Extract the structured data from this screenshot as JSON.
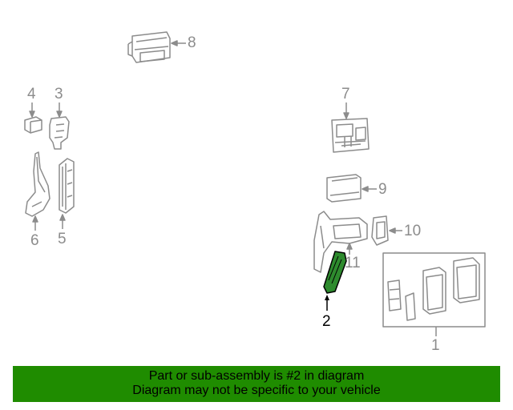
{
  "labels": {
    "1": "1",
    "2": "2",
    "3": "3",
    "4": "4",
    "5": "5",
    "6": "6",
    "7": "7",
    "8": "8",
    "9": "9",
    "10": "10",
    "11": "11"
  },
  "banner": {
    "line1": "Part or sub-assembly is #2 in diagram",
    "line2": "Diagram may not be specific to your vehicle"
  },
  "colors": {
    "outline": "#8c8c8c",
    "highlight_fill": "#2e8b2e",
    "banner_bg": "#1f8c00"
  }
}
